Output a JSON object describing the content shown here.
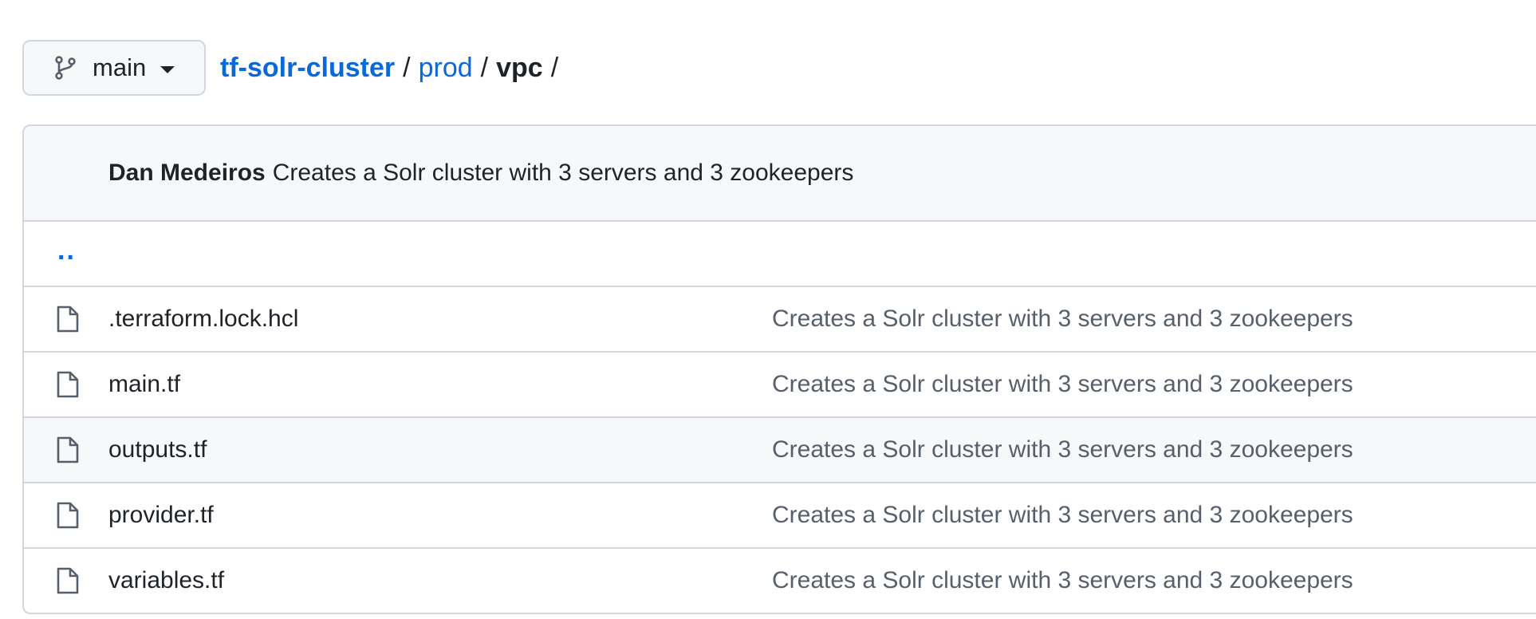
{
  "branch": {
    "name": "main",
    "icon": "git-branch-icon"
  },
  "breadcrumb": {
    "repo": "tf-solr-cluster",
    "path": [
      "prod"
    ],
    "current": "vpc",
    "separator": "/"
  },
  "latest_commit": {
    "author": "Dan Medeiros",
    "message": "Creates a Solr cluster with 3 servers and 3 zookeepers"
  },
  "parent_link": "..",
  "files": [
    {
      "name": ".terraform.lock.hcl",
      "commit": "Creates a Solr cluster with 3 servers and 3 zookeepers"
    },
    {
      "name": "main.tf",
      "commit": "Creates a Solr cluster with 3 servers and 3 zookeepers"
    },
    {
      "name": "outputs.tf",
      "commit": "Creates a Solr cluster with 3 servers and 3 zookeepers"
    },
    {
      "name": "provider.tf",
      "commit": "Creates a Solr cluster with 3 servers and 3 zookeepers"
    },
    {
      "name": "variables.tf",
      "commit": "Creates a Solr cluster with 3 servers and 3 zookeepers"
    }
  ],
  "colors": {
    "link": "#0969da",
    "muted": "#57606a",
    "border": "#d0d7de",
    "header_bg": "#f6f8fa"
  }
}
